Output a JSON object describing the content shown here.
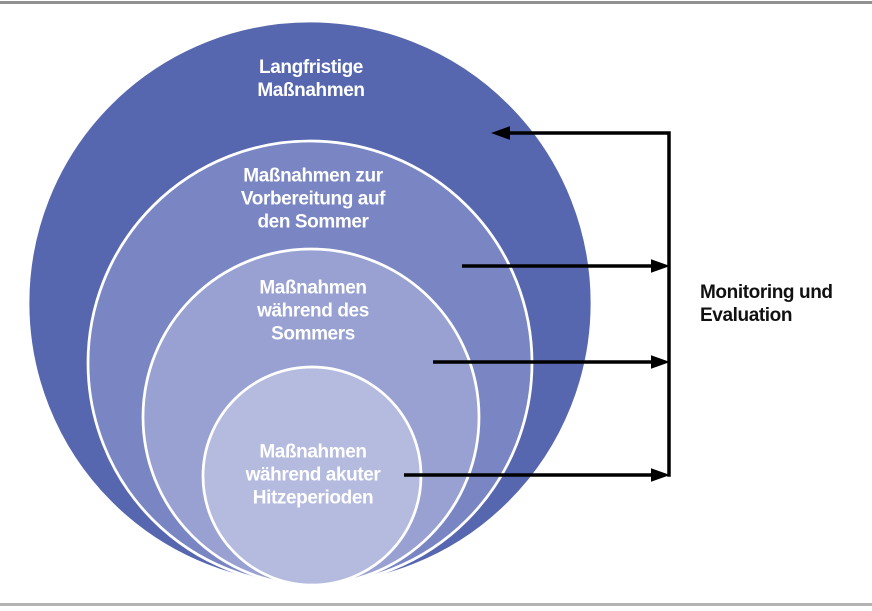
{
  "circles": [
    {
      "name": "langfristige-massnahmen",
      "label_lines": [
        "Langfristige",
        "Maßnahmen"
      ],
      "fill": "#5767af"
    },
    {
      "name": "vorbereitung-auf-den-sommer",
      "label_lines": [
        "Maßnahmen zur",
        "Vorbereitung auf",
        "den Sommer"
      ],
      "fill": "#7a86c3"
    },
    {
      "name": "waehrend-des-sommers",
      "label_lines": [
        "Maßnahmen",
        "während des",
        "Sommers"
      ],
      "fill": "#98a1d1"
    },
    {
      "name": "akute-hitzeperioden",
      "label_lines": [
        "Maßnahmen",
        "während akuter",
        "Hitzeperioden"
      ],
      "fill": "#b5bbdf"
    }
  ],
  "side_label": {
    "lines": [
      "Monitoring und",
      "Evaluation"
    ],
    "text_color": "#111111"
  },
  "style": {
    "label_text_color": "#ffffff",
    "circle_outline_color": "#ffffff",
    "arrow_color": "#000000",
    "top_rule_color": "#919191",
    "bottom_rule_color": "#b3b3b3",
    "background_color": "#ffffff"
  }
}
